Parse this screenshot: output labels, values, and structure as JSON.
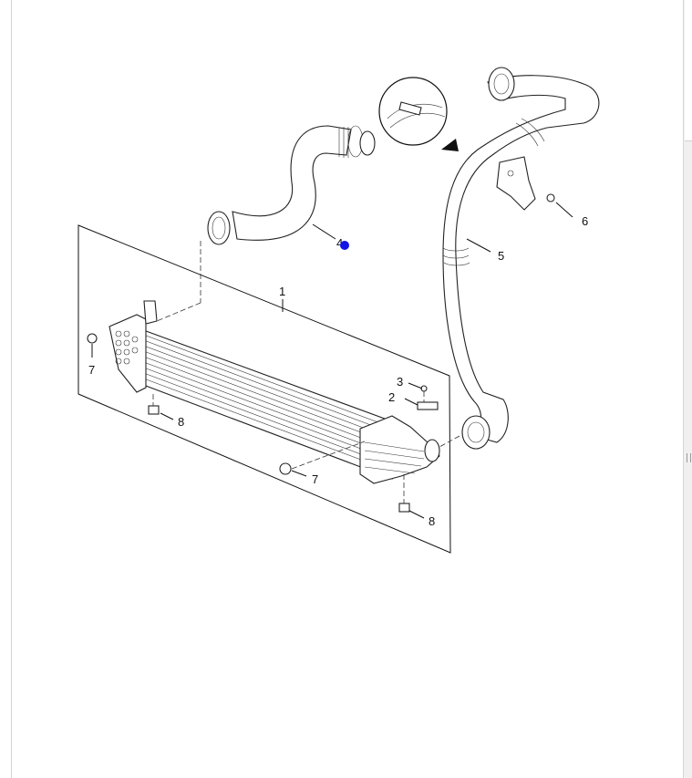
{
  "diagram": {
    "callouts": [
      {
        "id": "c1",
        "text": "1"
      },
      {
        "id": "c2",
        "text": "2"
      },
      {
        "id": "c3",
        "text": "3"
      },
      {
        "id": "c4",
        "text": "4"
      },
      {
        "id": "c5",
        "text": "5"
      },
      {
        "id": "c6",
        "text": "6"
      },
      {
        "id": "c7a",
        "text": "7"
      },
      {
        "id": "c7b",
        "text": "7"
      },
      {
        "id": "c8a",
        "text": "8"
      },
      {
        "id": "c8b",
        "text": "8"
      }
    ],
    "marker_color": "#1414e6"
  }
}
